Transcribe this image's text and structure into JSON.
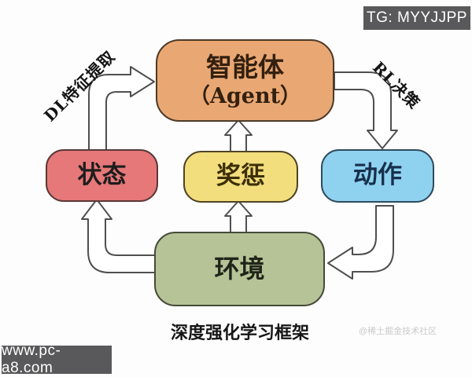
{
  "header": {
    "tg_badge": "TG: MYYJJPP"
  },
  "footer": {
    "site_badge": "www.pc-a8.com",
    "watermark": "@稀土掘金技术社区"
  },
  "diagram": {
    "caption": "深度强化学习框架",
    "nodes": {
      "agent": {
        "title": "智能体",
        "subtitle": "（Agent）",
        "fill": "#e9a873"
      },
      "state": {
        "label": "状态",
        "fill": "#e67879"
      },
      "reward": {
        "label": "奖惩",
        "fill": "#f3de7d"
      },
      "action": {
        "label": "动作",
        "fill": "#8fd2f0"
      },
      "environment": {
        "label": "环境",
        "fill": "#b6c397"
      }
    },
    "edges": {
      "dl_label": "DL特征提取",
      "rl_label": "RL决策"
    },
    "arrow_style": {
      "fill": "#ffffff",
      "stroke": "#4f4f4f"
    }
  }
}
